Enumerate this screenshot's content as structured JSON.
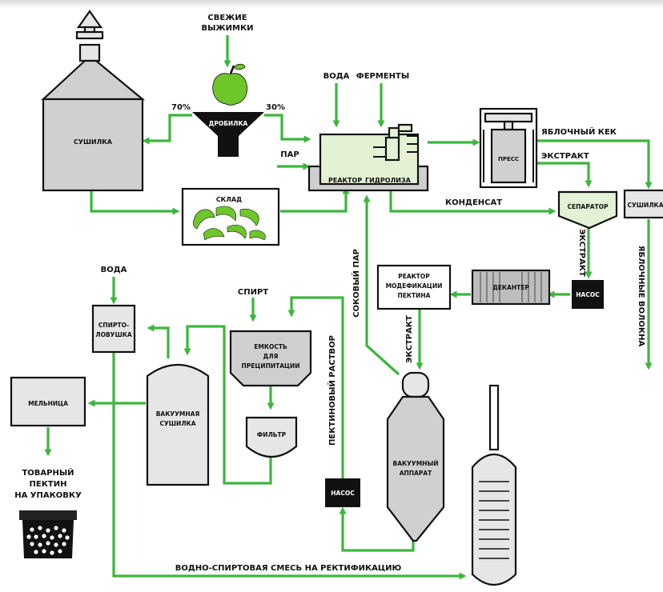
{
  "labels": {
    "fresh_pomace_1": "СВЕЖИЕ",
    "fresh_pomace_2": "ВЫЖИМКИ",
    "water_top": "ВОДА",
    "enzymes": "ФЕРМЕНТЫ",
    "pct_70": "70%",
    "pct_30": "30%",
    "crusher": "ДРОБИЛКА",
    "dryer": "СУШИЛКА",
    "steam": "ПАР",
    "reactor_1": "РЕАКТОР",
    "reactor_2": "ГИДРОЛИЗА",
    "warehouse": "СКЛАД",
    "press": "ПРЕСС",
    "apple_cake": "ЯБЛОЧНЫЙ КЕК",
    "extract_press": "ЭКСТРАКТ",
    "condensate": "КОНДЕНСАТ",
    "separator": "СЕПАРАТОР",
    "dryer_right": "СУШИЛКА",
    "apple_fibers": "ЯБЛОЧНЫЕ ВОЛОКНА",
    "extract_separator": "ЭКСТРАКТ",
    "pump_right": "НАСОС",
    "decanter": "ДЕКАНТЕР",
    "mod_reactor_1": "РЕАКТОР",
    "mod_reactor_2": "МОДЕФИКАЦИИ",
    "mod_reactor_3": "ПЕКТИНА",
    "juice_steam": "СОКОВЫЙ ПАР",
    "extract_mod": "ЭКСТРАКТ",
    "water_left": "ВОДА",
    "alcohol": "СПИРТ",
    "spirit_trap_1": "СПИРТО-",
    "spirit_trap_2": "ЛОВУШКА",
    "precip_1": "ЕМКОСТЬ",
    "precip_2": "ДЛЯ",
    "precip_3": "ПРЕЦИПИТАЦИИ",
    "pectin_solution": "ПЕКТИНОВЫЙ РАСТВОР",
    "mill": "МЕЛЬНИЦА",
    "vac_dryer_1": "ВАКУУМНАЯ",
    "vac_dryer_2": "СУШИЛКА",
    "filter": "ФИЛЬТР",
    "vac_app_1": "ВАКУУМНЫЙ",
    "vac_app_2": "АППАРАТ",
    "pump_bottom": "НАСОС",
    "product_1": "ТОВАРНЫЙ",
    "product_2": "ПЕКТИН",
    "product_3": "НА УПАКОВКУ",
    "recycle": "ВОДНО-СПИРТОВАЯ СМЕСЬ НА РЕКТИФИКАЦИЮ"
  },
  "colors": {
    "flow_green": "#3cb63c",
    "apple_green": "#6ec62a",
    "equipment_gray": "#cfcfcf",
    "light_gray": "#e6e6e6",
    "light_green": "#e3f2d4",
    "pump_black": "#111111"
  }
}
